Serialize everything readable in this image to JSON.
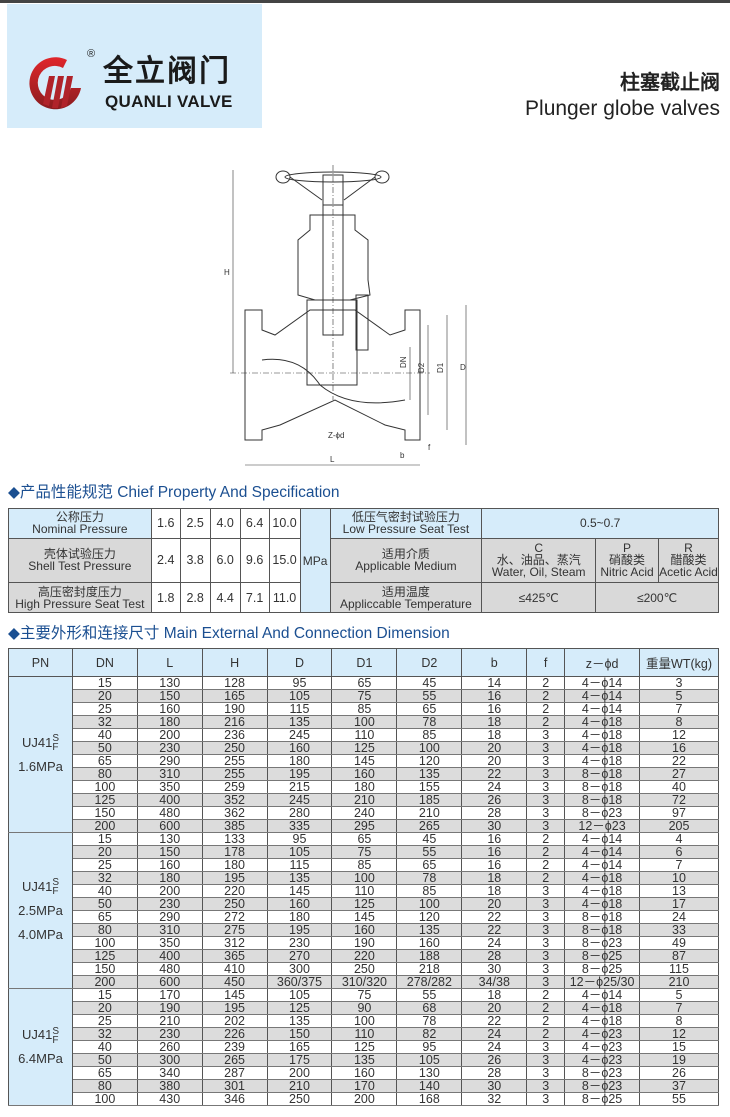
{
  "brand": {
    "name_cn": "全立阀门",
    "name_en": "QUANLI VALVE",
    "registered": "®",
    "colors": {
      "logo_red": "#c0272d",
      "panel_blue": "#d6ecfa",
      "heading_blue": "#1b4f91"
    }
  },
  "header": {
    "title_cn": "柱塞截止阀",
    "title_en": "Plunger globe valves"
  },
  "drawing": {
    "labels": {
      "H": "H",
      "DN": "DN",
      "D2": "D2",
      "D1": "D1",
      "D": "D",
      "L": "L",
      "b": "b",
      "f": "f",
      "zd": "Z-ϕd"
    }
  },
  "spec": {
    "heading_icon": "diamond-icon",
    "heading": "产品性能规范  Chief Property And Specification",
    "unit": "MPa",
    "rows": [
      {
        "cn": "公称压力",
        "en": "Nominal Pressure",
        "values": [
          "1.6",
          "2.5",
          "4.0",
          "6.4",
          "10.0"
        ],
        "label2_cn": "低压气密封试验压力",
        "label2_en": "Low Pressure Seat Test"
      },
      {
        "cn": "壳体试验压力",
        "en": "Shell Test Pressure",
        "values": [
          "2.4",
          "3.8",
          "6.0",
          "9.6",
          "15.0"
        ],
        "label2_cn": "适用介质",
        "label2_en": "Applicable Medium"
      },
      {
        "cn": "高压密封度压力",
        "en": "High Pressure Seat Test",
        "values": [
          "1.8",
          "2.8",
          "4.4",
          "7.1",
          "11.0"
        ],
        "label2_cn": "适用温度",
        "label2_en": "Appliccable Temperature"
      }
    ],
    "low_pressure_seat_test": "0.5~0.7",
    "media": [
      {
        "code": "C",
        "cn": "水、油品、蒸汽",
        "en": "Water, Oil, Steam"
      },
      {
        "code": "P",
        "cn": "硝酸类",
        "en": "Nitric Acid"
      },
      {
        "code": "R",
        "cn": "醋酸类",
        "en": "Acetic Acid"
      }
    ],
    "temperatures": [
      "≤425℃",
      "≤200℃"
    ]
  },
  "dimensions": {
    "heading": "主要外形和连接尺寸  Main External And Connection Dimension",
    "columns": [
      "PN",
      "DN",
      "L",
      "H",
      "D",
      "D1",
      "D2",
      "b",
      "f",
      "z－ϕd",
      "重量WT(kg)"
    ],
    "groups": [
      {
        "model": "UJ41",
        "sup": "S",
        "sub": "F",
        "pressures": [
          "1.6MPa"
        ],
        "rows": [
          [
            "15",
            "130",
            "128",
            "95",
            "65",
            "45",
            "14",
            "2",
            "4－ϕ14",
            "3"
          ],
          [
            "20",
            "150",
            "165",
            "105",
            "75",
            "55",
            "16",
            "2",
            "4－ϕ14",
            "5"
          ],
          [
            "25",
            "160",
            "190",
            "115",
            "85",
            "65",
            "16",
            "2",
            "4－ϕ14",
            "7"
          ],
          [
            "32",
            "180",
            "216",
            "135",
            "100",
            "78",
            "18",
            "2",
            "4－ϕ18",
            "8"
          ],
          [
            "40",
            "200",
            "236",
            "245",
            "110",
            "85",
            "18",
            "3",
            "4－ϕ18",
            "12"
          ],
          [
            "50",
            "230",
            "250",
            "160",
            "125",
            "100",
            "20",
            "3",
            "4－ϕ18",
            "16"
          ],
          [
            "65",
            "290",
            "255",
            "180",
            "145",
            "120",
            "20",
            "3",
            "4－ϕ18",
            "22"
          ],
          [
            "80",
            "310",
            "255",
            "195",
            "160",
            "135",
            "22",
            "3",
            "8－ϕ18",
            "27"
          ],
          [
            "100",
            "350",
            "259",
            "215",
            "180",
            "155",
            "24",
            "3",
            "8－ϕ18",
            "40"
          ],
          [
            "125",
            "400",
            "352",
            "245",
            "210",
            "185",
            "26",
            "3",
            "8－ϕ18",
            "72"
          ],
          [
            "150",
            "480",
            "362",
            "280",
            "240",
            "210",
            "28",
            "3",
            "8－ϕ23",
            "97"
          ],
          [
            "200",
            "600",
            "385",
            "335",
            "295",
            "265",
            "30",
            "3",
            "12－ϕ23",
            "205"
          ]
        ]
      },
      {
        "model": "UJ41",
        "sup": "S",
        "sub": "F",
        "pressures": [
          "2.5MPa",
          "4.0MPa"
        ],
        "rows": [
          [
            "15",
            "130",
            "133",
            "95",
            "65",
            "45",
            "16",
            "2",
            "4－ϕ14",
            "4"
          ],
          [
            "20",
            "150",
            "178",
            "105",
            "75",
            "55",
            "16",
            "2",
            "4－ϕ14",
            "6"
          ],
          [
            "25",
            "160",
            "180",
            "115",
            "85",
            "65",
            "16",
            "2",
            "4－ϕ14",
            "7"
          ],
          [
            "32",
            "180",
            "195",
            "135",
            "100",
            "78",
            "18",
            "2",
            "4－ϕ18",
            "10"
          ],
          [
            "40",
            "200",
            "220",
            "145",
            "110",
            "85",
            "18",
            "3",
            "4－ϕ18",
            "13"
          ],
          [
            "50",
            "230",
            "250",
            "160",
            "125",
            "100",
            "20",
            "3",
            "4－ϕ18",
            "17"
          ],
          [
            "65",
            "290",
            "272",
            "180",
            "145",
            "120",
            "22",
            "3",
            "8－ϕ18",
            "24"
          ],
          [
            "80",
            "310",
            "275",
            "195",
            "160",
            "135",
            "22",
            "3",
            "8－ϕ18",
            "33"
          ],
          [
            "100",
            "350",
            "312",
            "230",
            "190",
            "160",
            "24",
            "3",
            "8－ϕ23",
            "49"
          ],
          [
            "125",
            "400",
            "365",
            "270",
            "220",
            "188",
            "28",
            "3",
            "8－ϕ25",
            "87"
          ],
          [
            "150",
            "480",
            "410",
            "300",
            "250",
            "218",
            "30",
            "3",
            "8－ϕ25",
            "115"
          ],
          [
            "200",
            "600",
            "450",
            "360/375",
            "310/320",
            "278/282",
            "34/38",
            "3",
            "12－ϕ25/30",
            "210"
          ]
        ]
      },
      {
        "model": "UJ41",
        "sup": "S",
        "sub": "F",
        "pressures": [
          "6.4MPa"
        ],
        "rows": [
          [
            "15",
            "170",
            "145",
            "105",
            "75",
            "55",
            "18",
            "2",
            "4－ϕ14",
            "5"
          ],
          [
            "20",
            "190",
            "195",
            "125",
            "90",
            "68",
            "20",
            "2",
            "4－ϕ18",
            "7"
          ],
          [
            "25",
            "210",
            "202",
            "135",
            "100",
            "78",
            "22",
            "2",
            "4－ϕ18",
            "8"
          ],
          [
            "32",
            "230",
            "226",
            "150",
            "110",
            "82",
            "24",
            "2",
            "4－ϕ23",
            "12"
          ],
          [
            "40",
            "260",
            "239",
            "165",
            "125",
            "95",
            "24",
            "3",
            "4－ϕ23",
            "15"
          ],
          [
            "50",
            "300",
            "265",
            "175",
            "135",
            "105",
            "26",
            "3",
            "4－ϕ23",
            "19"
          ],
          [
            "65",
            "340",
            "287",
            "200",
            "160",
            "130",
            "28",
            "3",
            "8－ϕ23",
            "26"
          ],
          [
            "80",
            "380",
            "301",
            "210",
            "170",
            "140",
            "30",
            "3",
            "8－ϕ23",
            "37"
          ],
          [
            "100",
            "430",
            "346",
            "250",
            "200",
            "168",
            "32",
            "3",
            "8－ϕ25",
            "55"
          ]
        ]
      }
    ]
  }
}
